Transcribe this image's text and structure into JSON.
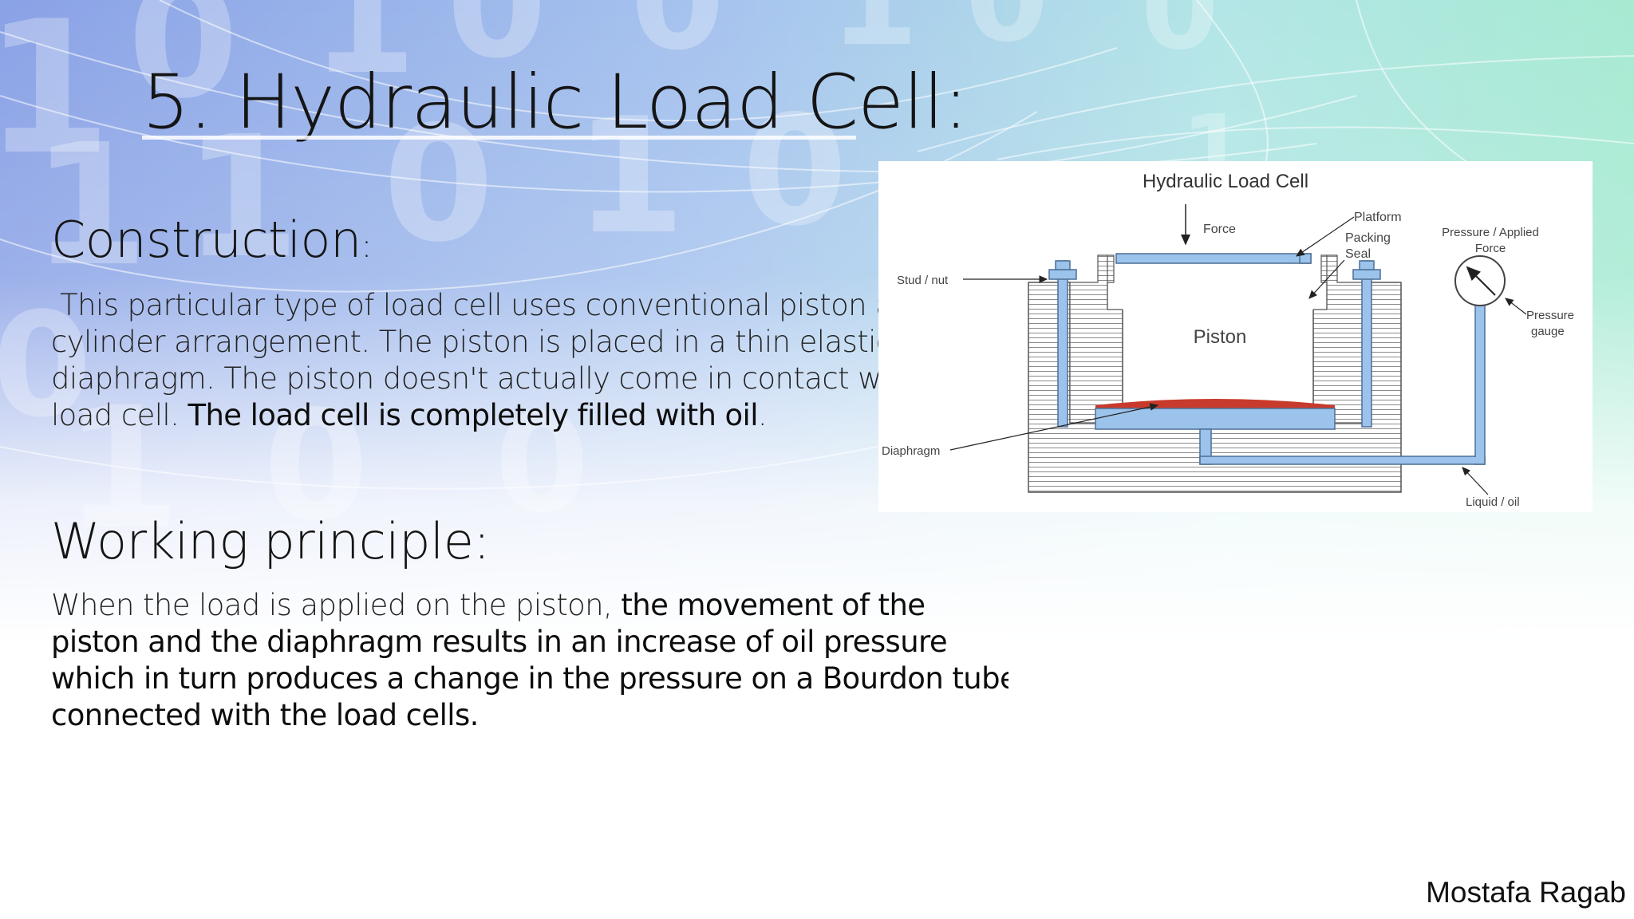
{
  "slide": {
    "title": "5. Hydraulic Load Cell:",
    "construction": {
      "heading": "Construction",
      "heading_colon": ":",
      "lines": [
        " This particular type of load cell uses conventional piston and",
        "cylinder arrangement. The piston is placed in a thin elastic",
        "diaphragm. The piston doesn't actually come in contact with",
        "load cell."
      ],
      "bold_tail": "The load cell is completely filled with oil",
      "end_punct": "."
    },
    "working": {
      "heading": "Working principle:",
      "line1_light": "When the load is applied on the piston, ",
      "line1_bold": "the movement of the",
      "lines_bold": [
        "piston and the diaphragm results in an increase of oil pressure",
        "which in turn produces a change in the pressure on a Bourdon tube",
        "connected with the load cells."
      ]
    },
    "author": "Mostafa Ragab",
    "diagram": {
      "title": "Hydraulic Load Cell",
      "labels": {
        "force": "Force",
        "platform": "Platform",
        "packing": "Packing",
        "seal": "Seal",
        "pressure_applied_1": "Pressure / Applied",
        "pressure_applied_2": "Force",
        "stud_nut": "Stud / nut",
        "piston": "Piston",
        "pressure_gauge_1": "Pressure",
        "pressure_gauge_2": "gauge",
        "diaphragm": "Diaphragm",
        "liquid_oil": "Liquid / oil"
      },
      "colors": {
        "blue": "#9cc3ec",
        "outline": "#4d6f93",
        "diaphragm_red": "#c83a2c"
      }
    },
    "background": {
      "gradient_left": "#8fa6e6",
      "gradient_right": "#a9ead6",
      "binary_digits_color": "#ffffff"
    }
  }
}
